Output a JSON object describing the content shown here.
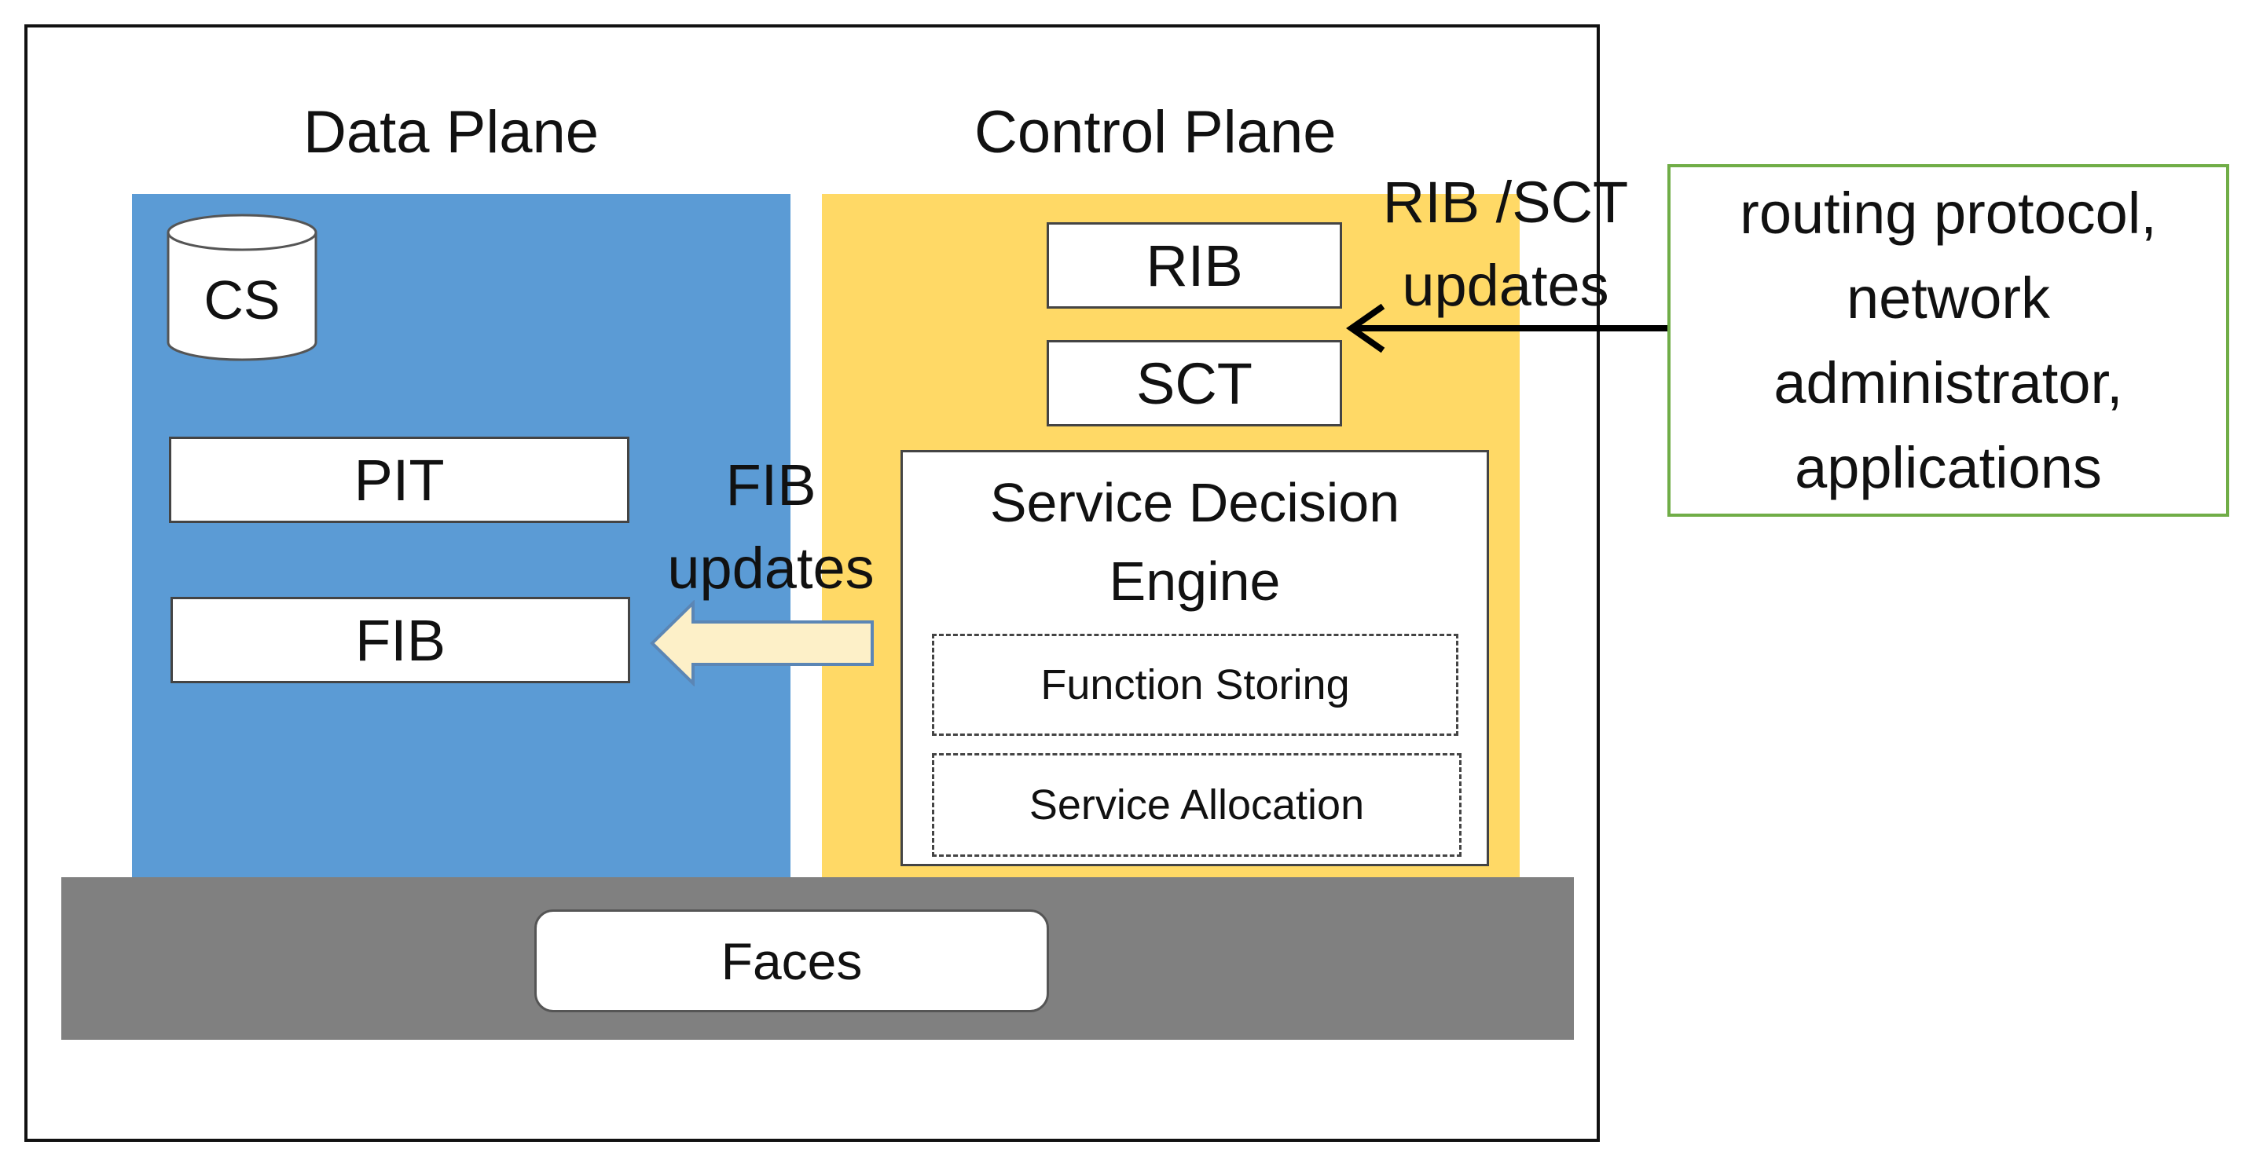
{
  "planes": {
    "data_plane_title": "Data Plane",
    "control_plane_title": "Control Plane"
  },
  "data_plane": {
    "cs_label": "CS",
    "pit_label": "PIT",
    "fib_label": "FIB"
  },
  "control_plane": {
    "rib_label": "RIB",
    "sct_label": "SCT",
    "engine_title": "Service Decision Engine",
    "function_storing": "Function Storing",
    "service_allocation": "Service Allocation"
  },
  "faces": {
    "label": "Faces"
  },
  "annotations": {
    "fib_updates": "FIB updates",
    "rib_sct_updates": "RIB /SCT updates"
  },
  "external": {
    "actors": "routing protocol,\nnetwork\nadministrator,\napplications"
  },
  "colors": {
    "data_plane": "#5b9bd5",
    "control_plane": "#ffd966",
    "faces_bar": "#808080",
    "fib_arrow_fill": "#fdf0c8",
    "actors_border": "#70ad47"
  }
}
